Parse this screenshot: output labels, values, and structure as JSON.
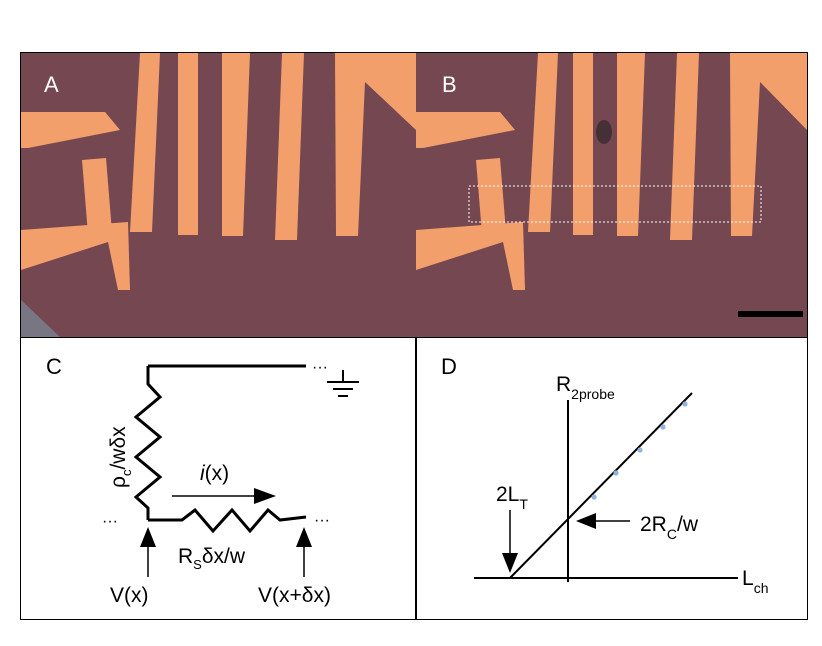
{
  "panels": {
    "a": {
      "letter": "A"
    },
    "b": {
      "letter": "B"
    },
    "c": {
      "letter": "C",
      "contact_resistance": "ρ",
      "contact_resistance_sub": "c",
      "contact_resistance_rest": "/wδx",
      "current": "i",
      "current_rest": "(x)",
      "sheet_resistance": "R",
      "sheet_resistance_sub": "S",
      "sheet_resistance_rest": "δx/w",
      "voltage_left": "V(x)",
      "voltage_right": "V(x+δx)",
      "ellipsis": "···"
    },
    "d": {
      "letter": "D",
      "y_axis_label": "R",
      "y_axis_sub": "2probe",
      "x_axis_label": "L",
      "x_axis_sub": "ch",
      "transfer_length_label": "2L",
      "transfer_length_sub": "T",
      "intercept_label": "2R",
      "intercept_sub": "C",
      "intercept_rest": "/w"
    }
  },
  "colors": {
    "substrate": "#7a4a52",
    "metal": "#f39f6c",
    "data_points": "#8fb4e0"
  }
}
